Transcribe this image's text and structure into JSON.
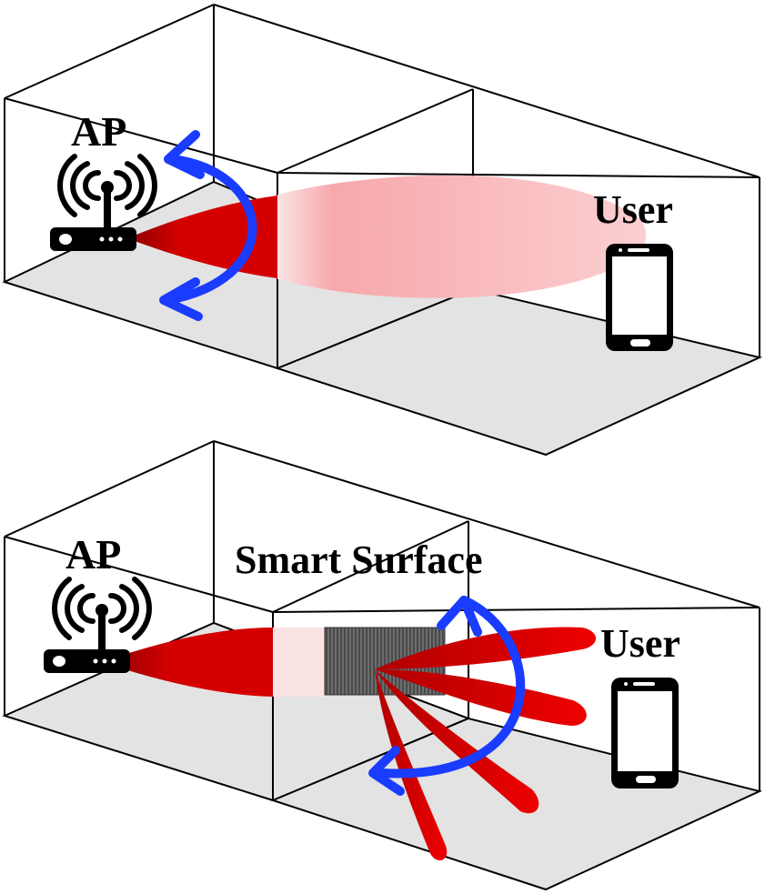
{
  "top_scene": {
    "ap_label": "AP",
    "user_label": "User"
  },
  "bottom_scene": {
    "ap_label": "AP",
    "surface_label": "Smart Surface",
    "user_label": "User"
  },
  "colors": {
    "beam": "#d40000",
    "beam_faded": "#f7a8ab",
    "arrow": "#1a3cff",
    "floor": "#e3e3e3",
    "outline": "#000000"
  },
  "icons": [
    "router-icon",
    "wifi-signal-icon",
    "smartphone-icon",
    "rotate-arrow-icon",
    "smart-surface-panel"
  ]
}
